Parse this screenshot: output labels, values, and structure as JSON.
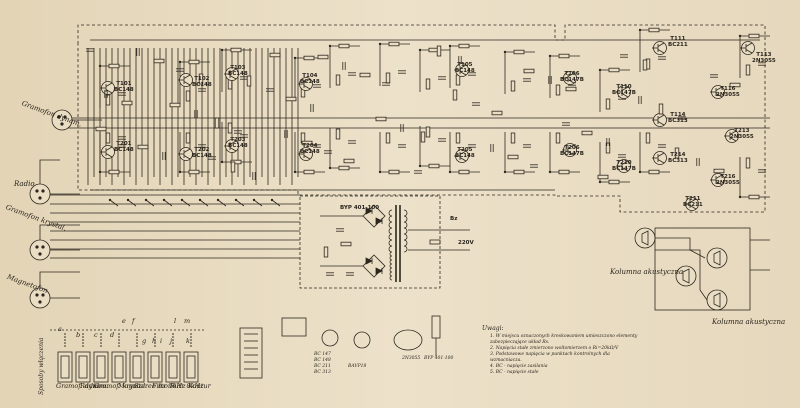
{
  "inputs": {
    "gramofon_dynam": "Gramofon dynam.",
    "radio": "Radio",
    "gramofon_krystal": "Gramofon krystal.",
    "magnetofon": "Magnetofon"
  },
  "outputs": {
    "left": "Kolumna akustyczna",
    "right": "Kolumna akustyczna"
  },
  "transistors": [
    {
      "id": "t101",
      "ref": "T101",
      "type": "BC148"
    },
    {
      "id": "t201",
      "ref": "T201",
      "type": "BC148"
    },
    {
      "id": "t102",
      "ref": "T102",
      "type": "BC148"
    },
    {
      "id": "t202",
      "ref": "T202",
      "type": "BC148"
    },
    {
      "id": "t103",
      "ref": "T103",
      "type": "BC148"
    },
    {
      "id": "t203",
      "ref": "T203",
      "type": "BC148"
    },
    {
      "id": "t104",
      "ref": "T104",
      "type": "BC148"
    },
    {
      "id": "t204",
      "ref": "T204",
      "type": "BC148"
    },
    {
      "id": "t105",
      "ref": "T105",
      "type": "BC148"
    },
    {
      "id": "t205",
      "ref": "T205",
      "type": "BC148"
    },
    {
      "id": "t106",
      "ref": "T106",
      "type": "BC147B"
    },
    {
      "id": "t206",
      "ref": "T206",
      "type": "BC147B"
    },
    {
      "id": "t110",
      "ref": "T110",
      "type": "BC147B"
    },
    {
      "id": "t210",
      "ref": "T210",
      "type": "BC147B"
    },
    {
      "id": "t111",
      "ref": "T111",
      "type": "BC211"
    },
    {
      "id": "t211",
      "ref": "T211",
      "type": "BC211"
    },
    {
      "id": "t114",
      "ref": "T114",
      "type": "BC313"
    },
    {
      "id": "t214",
      "ref": "T214",
      "type": "BC313"
    },
    {
      "id": "t113",
      "ref": "T113",
      "type": "2N3055"
    },
    {
      "id": "t213",
      "ref": "T213",
      "type": "2N3055"
    },
    {
      "id": "t116",
      "ref": "T116",
      "type": "2N3055"
    },
    {
      "id": "t216",
      "ref": "T216",
      "type": "2N3055"
    }
  ],
  "power_supply": {
    "mains": "220V",
    "fuse": "Bz",
    "rectifier": "BYP 401-100"
  },
  "switches": {
    "groups": [
      "a",
      "b",
      "c",
      "d",
      "e",
      "f",
      "g",
      "h",
      "i",
      "j",
      "k",
      "l",
      "m"
    ],
    "labels": [
      "Gramof. dynam.",
      "Radio",
      "Gramof. krystal.",
      "Magn.",
      "Stereo mono",
      "Filtr 7kHz",
      "Filtr 8kHz",
      "Kontur"
    ],
    "side_label": "Sposoby włączenia"
  },
  "pinouts": {
    "transistor_list": [
      "BC 147",
      "BC 148",
      "BC 211",
      "BC 313"
    ],
    "diode_1": "BAVP18",
    "diode_2": "2N3055",
    "rectifier": "BYP 401-100"
  },
  "notes": {
    "title": "Uwagi:",
    "lines": [
      "1. W miejscu oznaczonych kreskowaniem umieszczono elementy",
      "   zabezpieczające układ Rs.",
      "2. Napięcia stałe zmierzono woltomierzem o Ri=20kΩ/V",
      "3. Podstawowe napięcia w punktach kontrolnych dla",
      "   wzmacniacza.",
      "4. BC - napięcie zasilania",
      "5. BC - napięcie stałe"
    ]
  }
}
